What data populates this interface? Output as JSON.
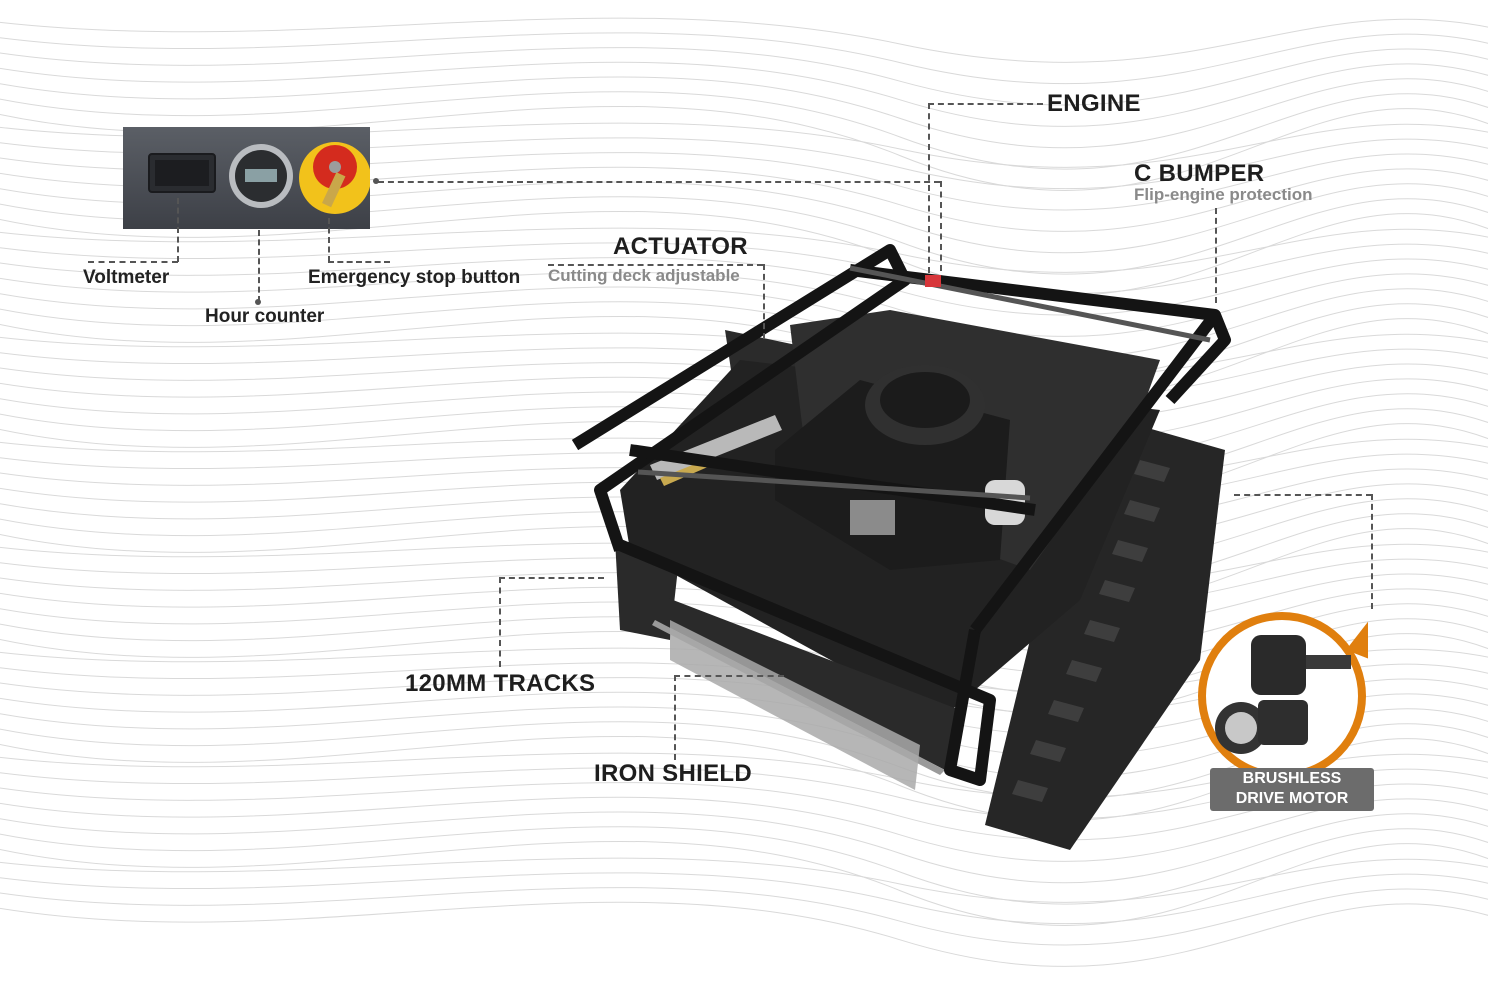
{
  "labels": {
    "engine": "ENGINE",
    "c_bumper": "C BUMPER",
    "c_bumper_sub": "Flip-engine protection",
    "actuator": "ACTUATOR",
    "actuator_sub": "Cutting deck adjustable",
    "voltmeter": "Voltmeter",
    "hour_counter": "Hour counter",
    "emergency_stop": "Emergency stop button",
    "tracks": "120MM TRACKS",
    "iron_shield": "IRON SHIELD",
    "motor_line1": "BRUSHLESS",
    "motor_line2": "DRIVE MOTOR"
  },
  "colors": {
    "accent_ring": "#e07f0e",
    "badge": "#6c6c6c",
    "text": "#1e1e1e",
    "sub_text": "#8a8a8a",
    "estop_red": "#d42b1e",
    "estop_yellow": "#f2c21b"
  }
}
